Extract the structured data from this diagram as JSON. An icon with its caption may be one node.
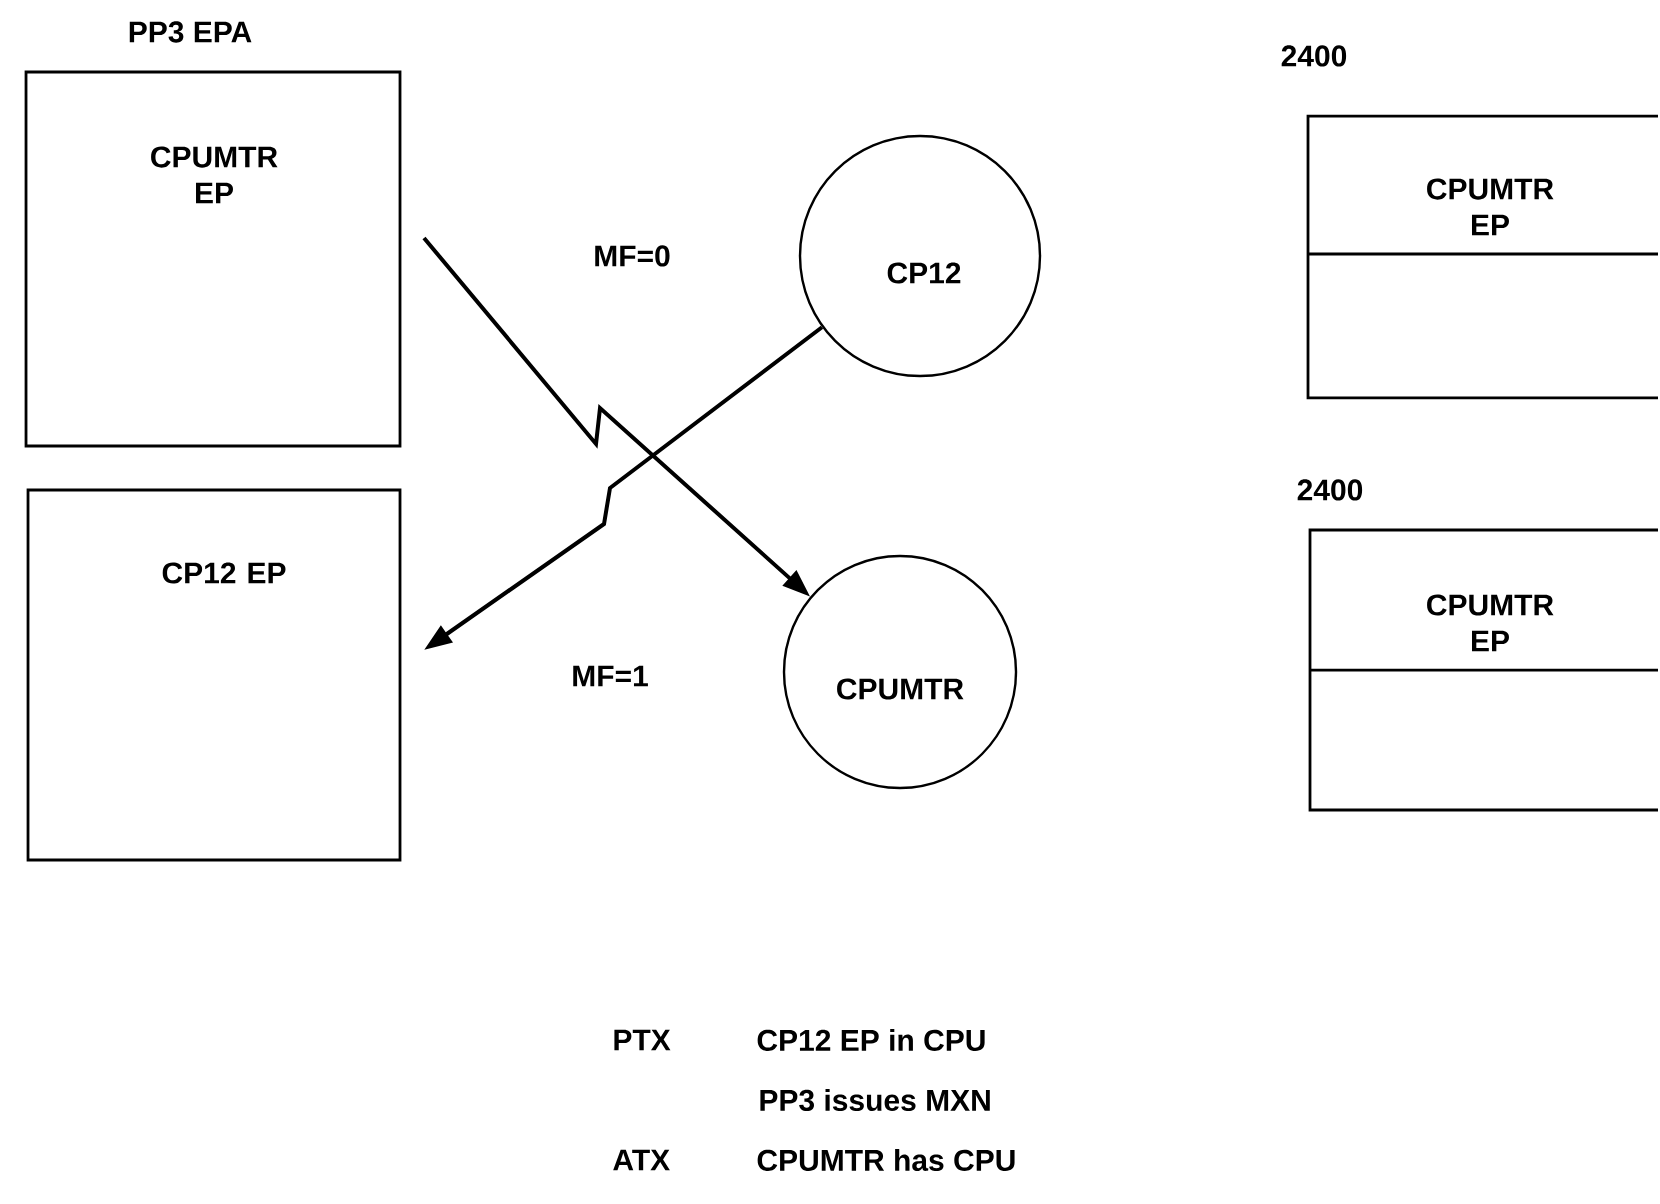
{
  "diagram": {
    "nodes": [
      {
        "text": [
          "PP3 EPA",
          "CPUMTR EP"
        ]
      },
      {
        "text": [
          "CP12 EP"
        ]
      },
      {
        "text": [
          "CP12"
        ]
      },
      {
        "text": [
          "CPUMTR"
        ]
      },
      {
        "text": [
          "2400",
          "CPUMTR EP"
        ]
      },
      {
        "text": [
          "2400",
          "CPUMTR EP"
        ]
      }
    ],
    "edges": [
      {
        "from": 0,
        "to": 3,
        "arrow": "to"
      },
      {
        "from": 2,
        "to": 1,
        "arrow": "to"
      }
    ],
    "labels": [
      "MF=0",
      "MF=1",
      "PTX",
      "CP12 EP in CPU",
      "PP3 issues MXN",
      "ATX",
      "CPUMTR has CPU"
    ]
  }
}
